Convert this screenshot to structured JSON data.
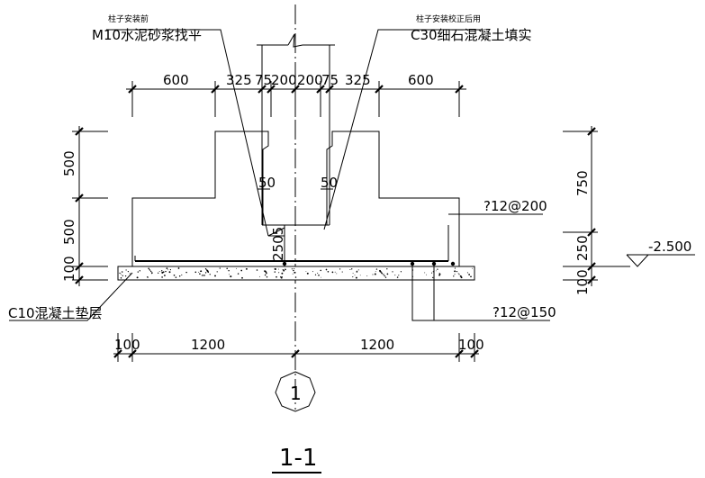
{
  "annotations": {
    "anchor_bolt_top_note": "柱子安装前",
    "mortar_note": "M10水泥砂浆找平",
    "column_install_note": "柱子安装校正后用",
    "concrete_fill_note": "C30细石混凝土填实",
    "cushion_note": "C10混凝土垫层",
    "rebar_top": "?12@200",
    "rebar_bottom": "?12@150",
    "elevation": "-2.500",
    "dim_50_left": "50",
    "dim_50_right": "50",
    "dim_2505": "2505"
  },
  "top_dims": [
    "600",
    "325",
    "75",
    "200",
    "200",
    "75",
    "325",
    "600"
  ],
  "left_dims": [
    "500",
    "500",
    "100"
  ],
  "right_dims": [
    "750",
    "250",
    "100"
  ],
  "bottom_dims": [
    "100",
    "1200",
    "1200",
    "100"
  ],
  "axis_label": "1",
  "section_title": "1-1"
}
